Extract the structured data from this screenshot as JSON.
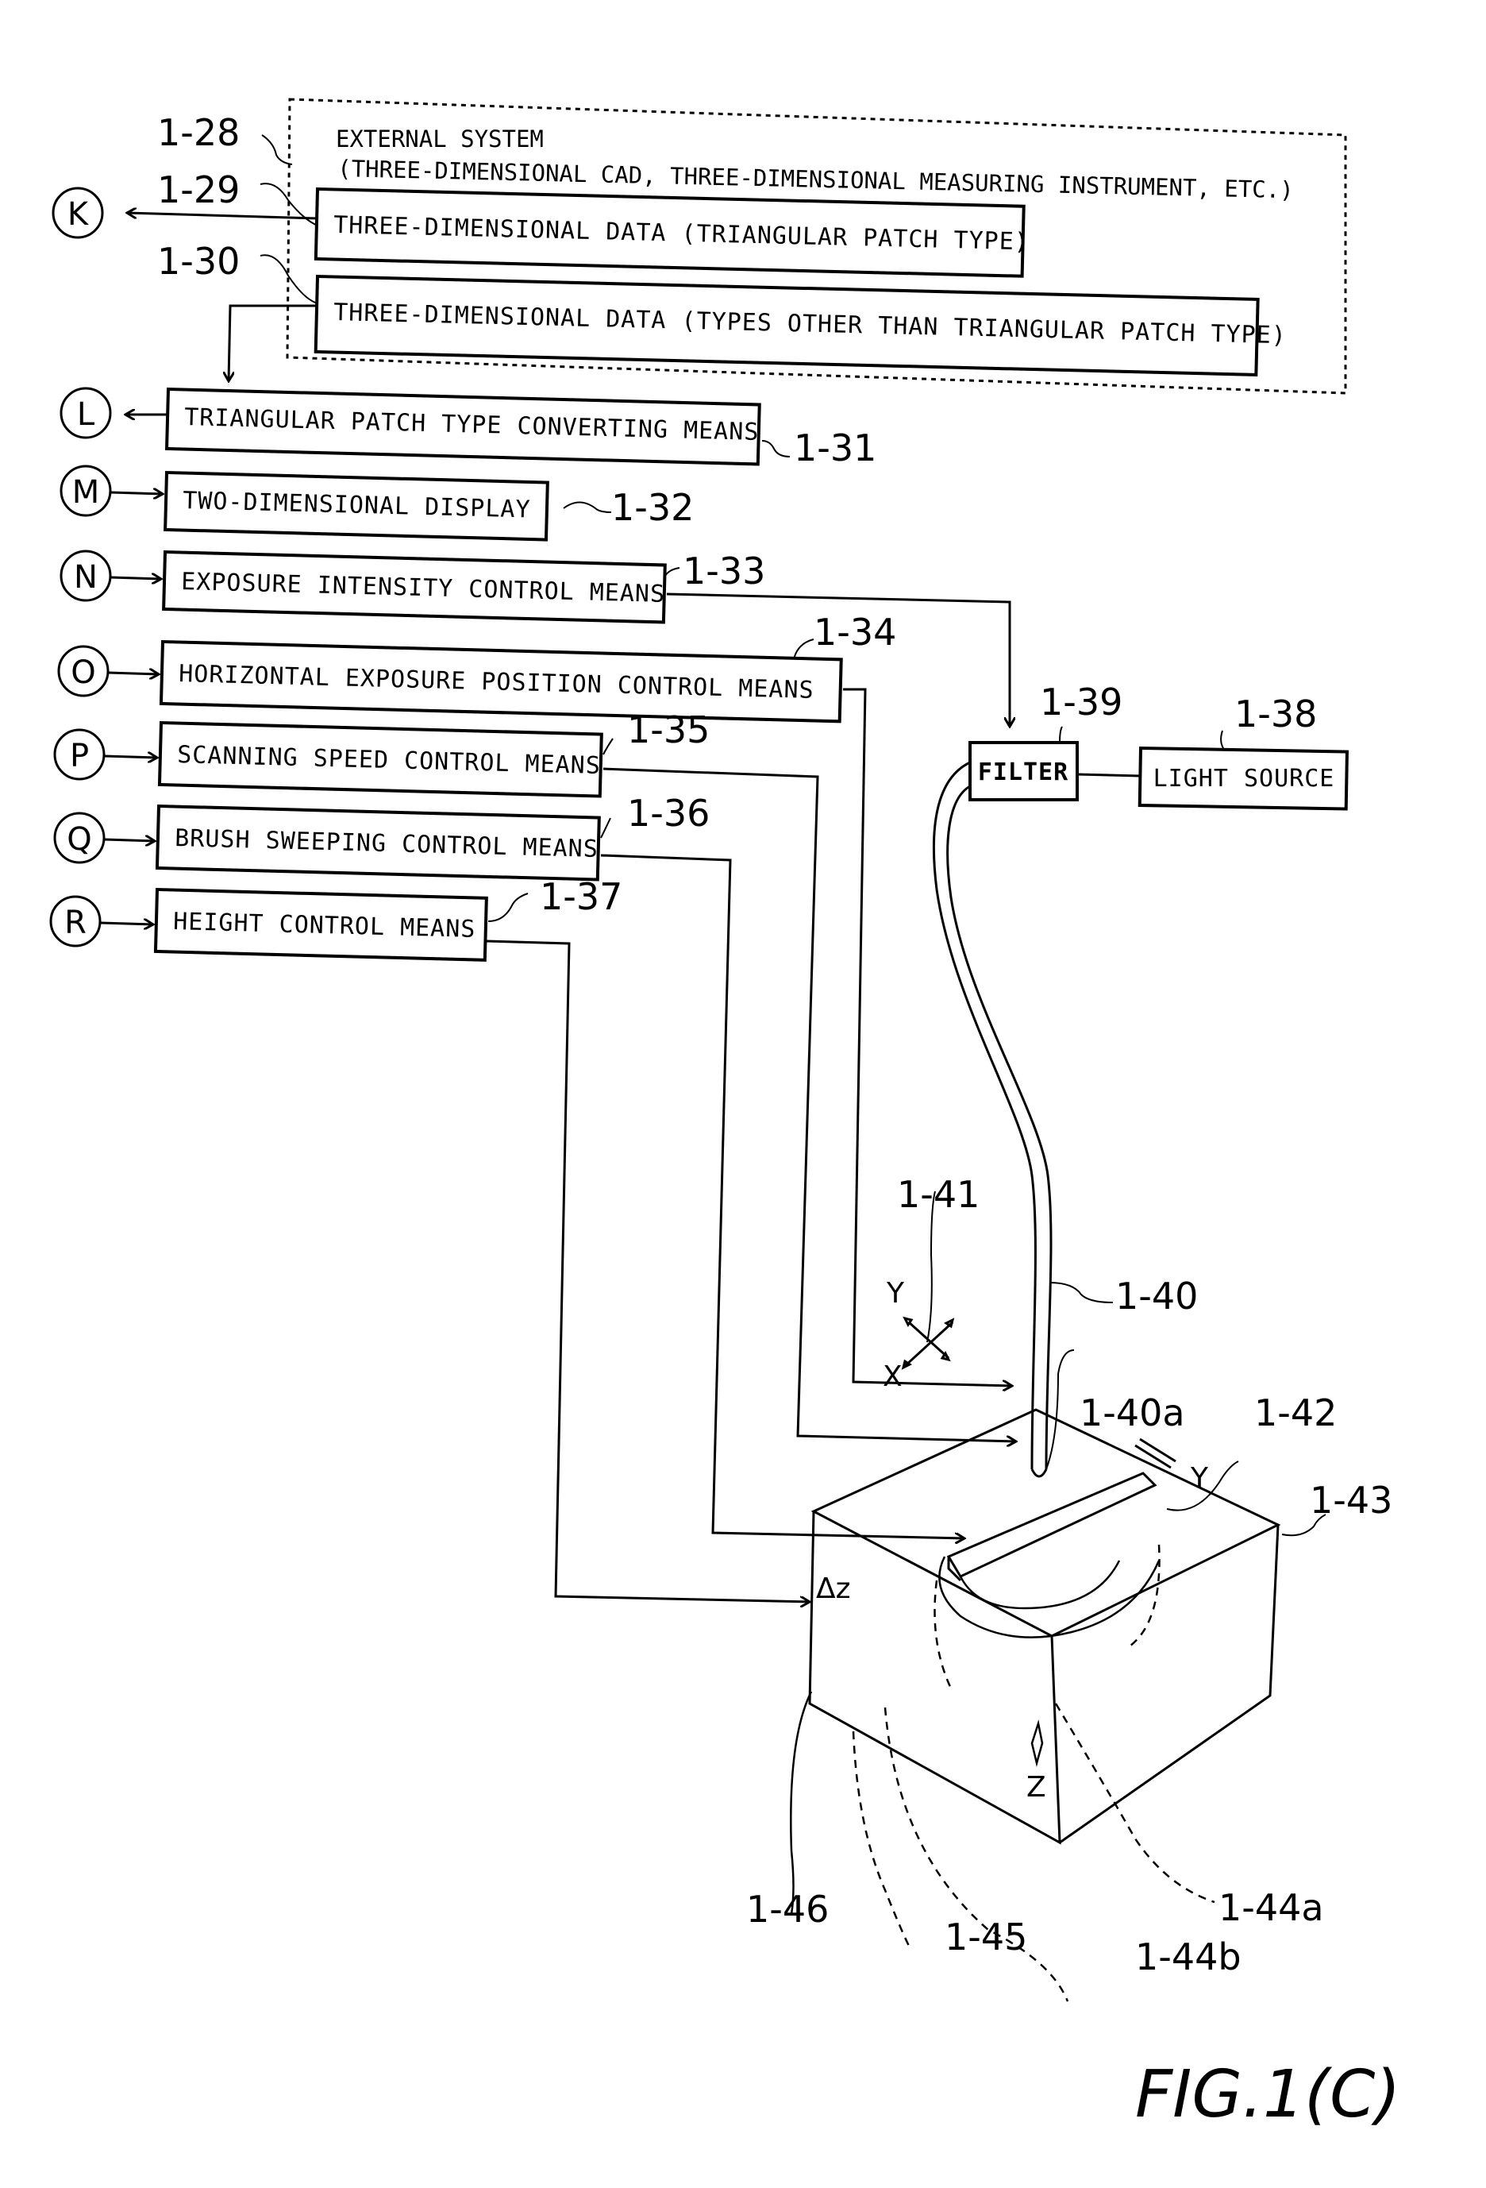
{
  "figure_label": "FIG.1(C)",
  "external_system": {
    "ref": "1-28",
    "title": "EXTERNAL SYSTEM",
    "subtitle": "(THREE-DIMENSIONAL CAD, THREE-DIMENSIONAL MEASURING INSTRUMENT, ETC.)"
  },
  "blocks": [
    {
      "ref": "1-29",
      "label": "THREE-DIMENSIONAL DATA (TRIANGULAR PATCH TYPE)",
      "connector": "K"
    },
    {
      "ref": "1-30",
      "label": "THREE-DIMENSIONAL DATA (TYPES OTHER THAN TRIANGULAR PATCH TYPE)",
      "connector": ""
    },
    {
      "ref": "1-31",
      "label": "TRIANGULAR PATCH TYPE CONVERTING MEANS",
      "connector": "L"
    },
    {
      "ref": "1-32",
      "label": "TWO-DIMENSIONAL DISPLAY",
      "connector": "M"
    },
    {
      "ref": "1-33",
      "label": "EXPOSURE INTENSITY CONTROL MEANS",
      "connector": "N"
    },
    {
      "ref": "1-34",
      "label": "HORIZONTAL EXPOSURE POSITION CONTROL MEANS",
      "connector": "O"
    },
    {
      "ref": "1-35",
      "label": "SCANNING SPEED CONTROL MEANS",
      "connector": "P"
    },
    {
      "ref": "1-36",
      "label": "BRUSH SWEEPING CONTROL MEANS",
      "connector": "Q"
    },
    {
      "ref": "1-37",
      "label": "HEIGHT CONTROL MEANS",
      "connector": "R"
    }
  ],
  "filter": {
    "ref": "1-39",
    "label": "FILTER"
  },
  "light_source": {
    "ref": "1-38",
    "label": "LIGHT SOURCE"
  },
  "apparatus_refs": {
    "fiber": "1-40",
    "fiber_tip": "1-40a",
    "xy_stage": "1-41",
    "brush": "1-42",
    "vat": "1-43",
    "layer_a": "1-44a",
    "layer_b": "1-44b",
    "object": "1-45",
    "resin": "1-46"
  },
  "axes": {
    "x": "X",
    "y": "Y",
    "y2": "Y",
    "z": "Z",
    "dz": "Δz"
  }
}
